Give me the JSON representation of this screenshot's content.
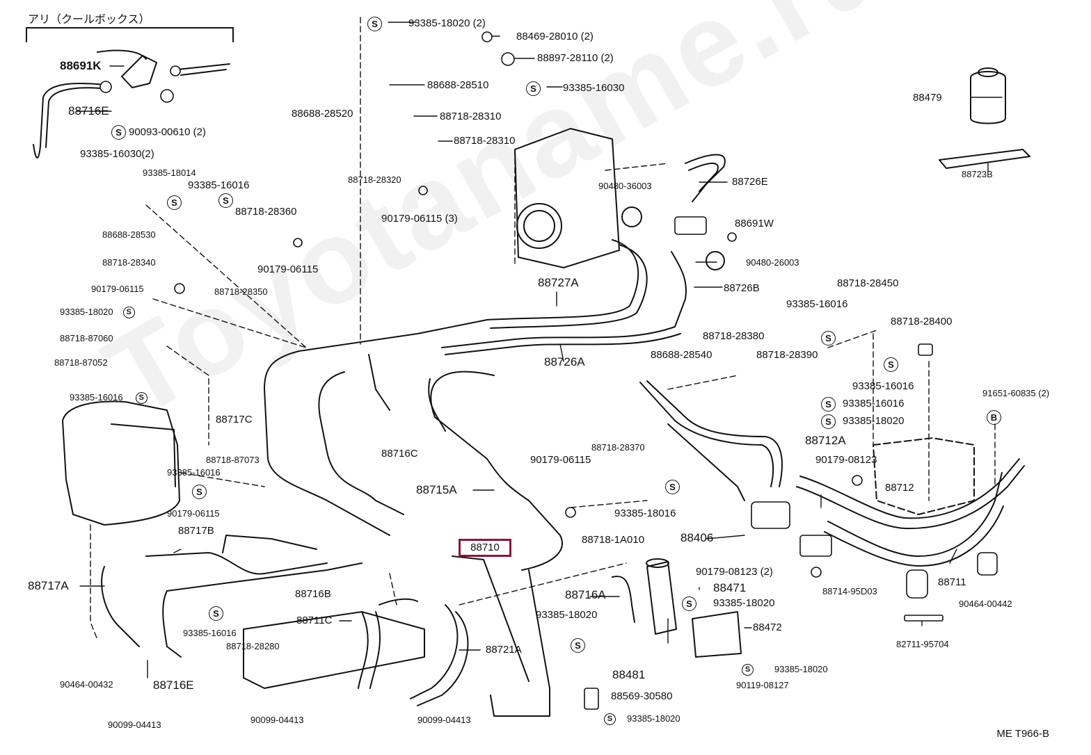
{
  "watermark": "Toyotaname.ru",
  "header_note": "アリ（クールボックス）",
  "ref_code": "ME T966-B",
  "highlight_part": "88710",
  "colors": {
    "highlight": "#8b1538",
    "ink": "#111111",
    "watermark": "#9a9a9a"
  },
  "icons": {
    "s_symbol": "S",
    "b_symbol": "B"
  },
  "labels": {
    "l01": "88691K",
    "l02": "88716E",
    "l03": "90093-00610 (2)",
    "l04": "93385-16030(2)",
    "l05": "93385-18020 (2)",
    "l06": "88469-28010 (2)",
    "l07": "88897-28110 (2)",
    "l08": "88688-28510",
    "l09": "93385-16030",
    "l10": "88688-28520",
    "l11": "88718-28310",
    "l12": "88718-28310",
    "l13": "88718-28320",
    "l14": "90179-06115 (3)",
    "l15": "88479",
    "l16": "88723B",
    "l17": "88726E",
    "l18": "90480-36003",
    "l19": "88691W",
    "l20": "90480-26003",
    "l21": "88726B",
    "l22": "88727A",
    "l23": "93385-18014",
    "l24": "93385-16016",
    "l25": "88718-28360",
    "l26": "88688-28530",
    "l27": "88718-28340",
    "l28": "90179-06115",
    "l29": "90179-06115",
    "l30": "88718-28350",
    "l31": "93385-18020",
    "l32": "88718-87060",
    "l33": "88718-87052",
    "l34": "93385-16016",
    "l35": "88717C",
    "l36": "88716C",
    "l37": "88726A",
    "l38": "88718-28380",
    "l39": "88688-28540",
    "l40": "88718-28390",
    "l41": "88718-28450",
    "l42": "93385-16016",
    "l43": "88718-28400",
    "l44": "93385-16016",
    "l45": "93385-16016",
    "l46": "93385-18020",
    "l47": "91651-60835 (2)",
    "l48": "88712A",
    "l49": "88718-28370",
    "l50": "90179-06115",
    "l51": "90179-08123",
    "l52": "88712",
    "l53": "88715A",
    "l54": "93385-18016",
    "l55": "88718-1A010",
    "l56": "88406",
    "l57": "88718-87073",
    "l58": "93385-16016",
    "l59": "90179-06115",
    "l60": "88717B",
    "l61": "88717A",
    "l62": "88716B",
    "l63": "88711C",
    "l64": "93385-16016",
    "l65": "88718-28280",
    "l66": "88716E",
    "l67": "90464-00432",
    "l68": "90099-04413",
    "l69": "90099-04413",
    "l70": "90099-04413",
    "l71": "88721A",
    "l72": "88716A",
    "l73": "93385-18020",
    "l74": "88481",
    "l75": "90179-08123 (2)",
    "l76": "88471",
    "l77": "93385-18020",
    "l78": "88472",
    "l79": "93385-18020",
    "l80": "90119-08127",
    "l81": "88569-30580",
    "l82": "93385-18020",
    "l83": "88714-95D03",
    "l84": "88711",
    "l85": "90464-00442",
    "l86": "82711-95704"
  }
}
